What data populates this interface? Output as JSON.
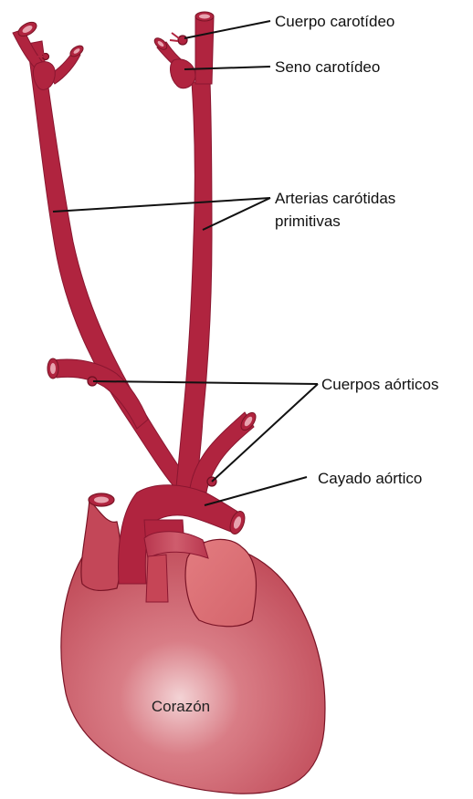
{
  "labels": {
    "carotid_body": "Cuerpo carotídeo",
    "carotid_sinus": "Seno carotídeo",
    "common_carotids_line1": "Arterias carótidas",
    "common_carotids_line2": "primitivas",
    "aortic_bodies": "Cuerpos aórticos",
    "aortic_arch": "Cayado aórtico",
    "heart": "Corazón"
  },
  "colors": {
    "artery": "#b0243f",
    "artery_dark": "#8a1630",
    "artery_lumen": "#e8a3af",
    "heart_base": "#c4505d",
    "heart_highlight": "#f1c9cc",
    "atrium": "#dc6e73",
    "outline": "#6e0f22"
  }
}
